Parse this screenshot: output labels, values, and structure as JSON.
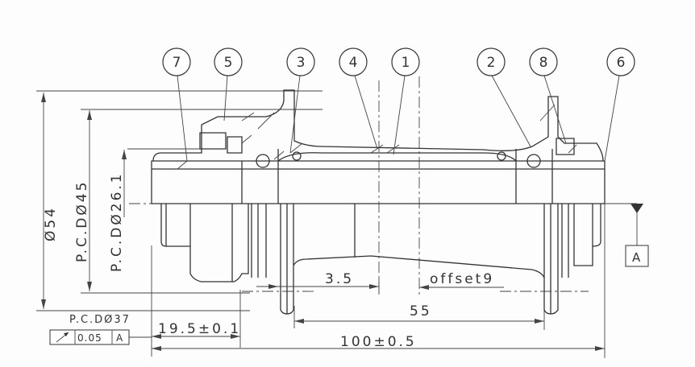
{
  "balloons": [
    {
      "label": "7"
    },
    {
      "label": "5"
    },
    {
      "label": "3"
    },
    {
      "label": "4"
    },
    {
      "label": "1"
    },
    {
      "label": "2"
    },
    {
      "label": "8"
    },
    {
      "label": "6"
    }
  ],
  "dimensions": {
    "outer_diameter": "Ø54",
    "pcd_45": "P.C.DØ45",
    "pcd_26": "P.C.DØ26.1",
    "pcd_37": "P.C.DØ37",
    "flange_offset": "19.5±0.1",
    "overall_width": "100±0.5",
    "flange_spacing": "55",
    "center_gap": "3.5",
    "offset": "offset9"
  },
  "tolerance_frame": {
    "symbol": "circular-runout",
    "value": "0.05",
    "datum": "A"
  },
  "datum": {
    "label": "A"
  }
}
